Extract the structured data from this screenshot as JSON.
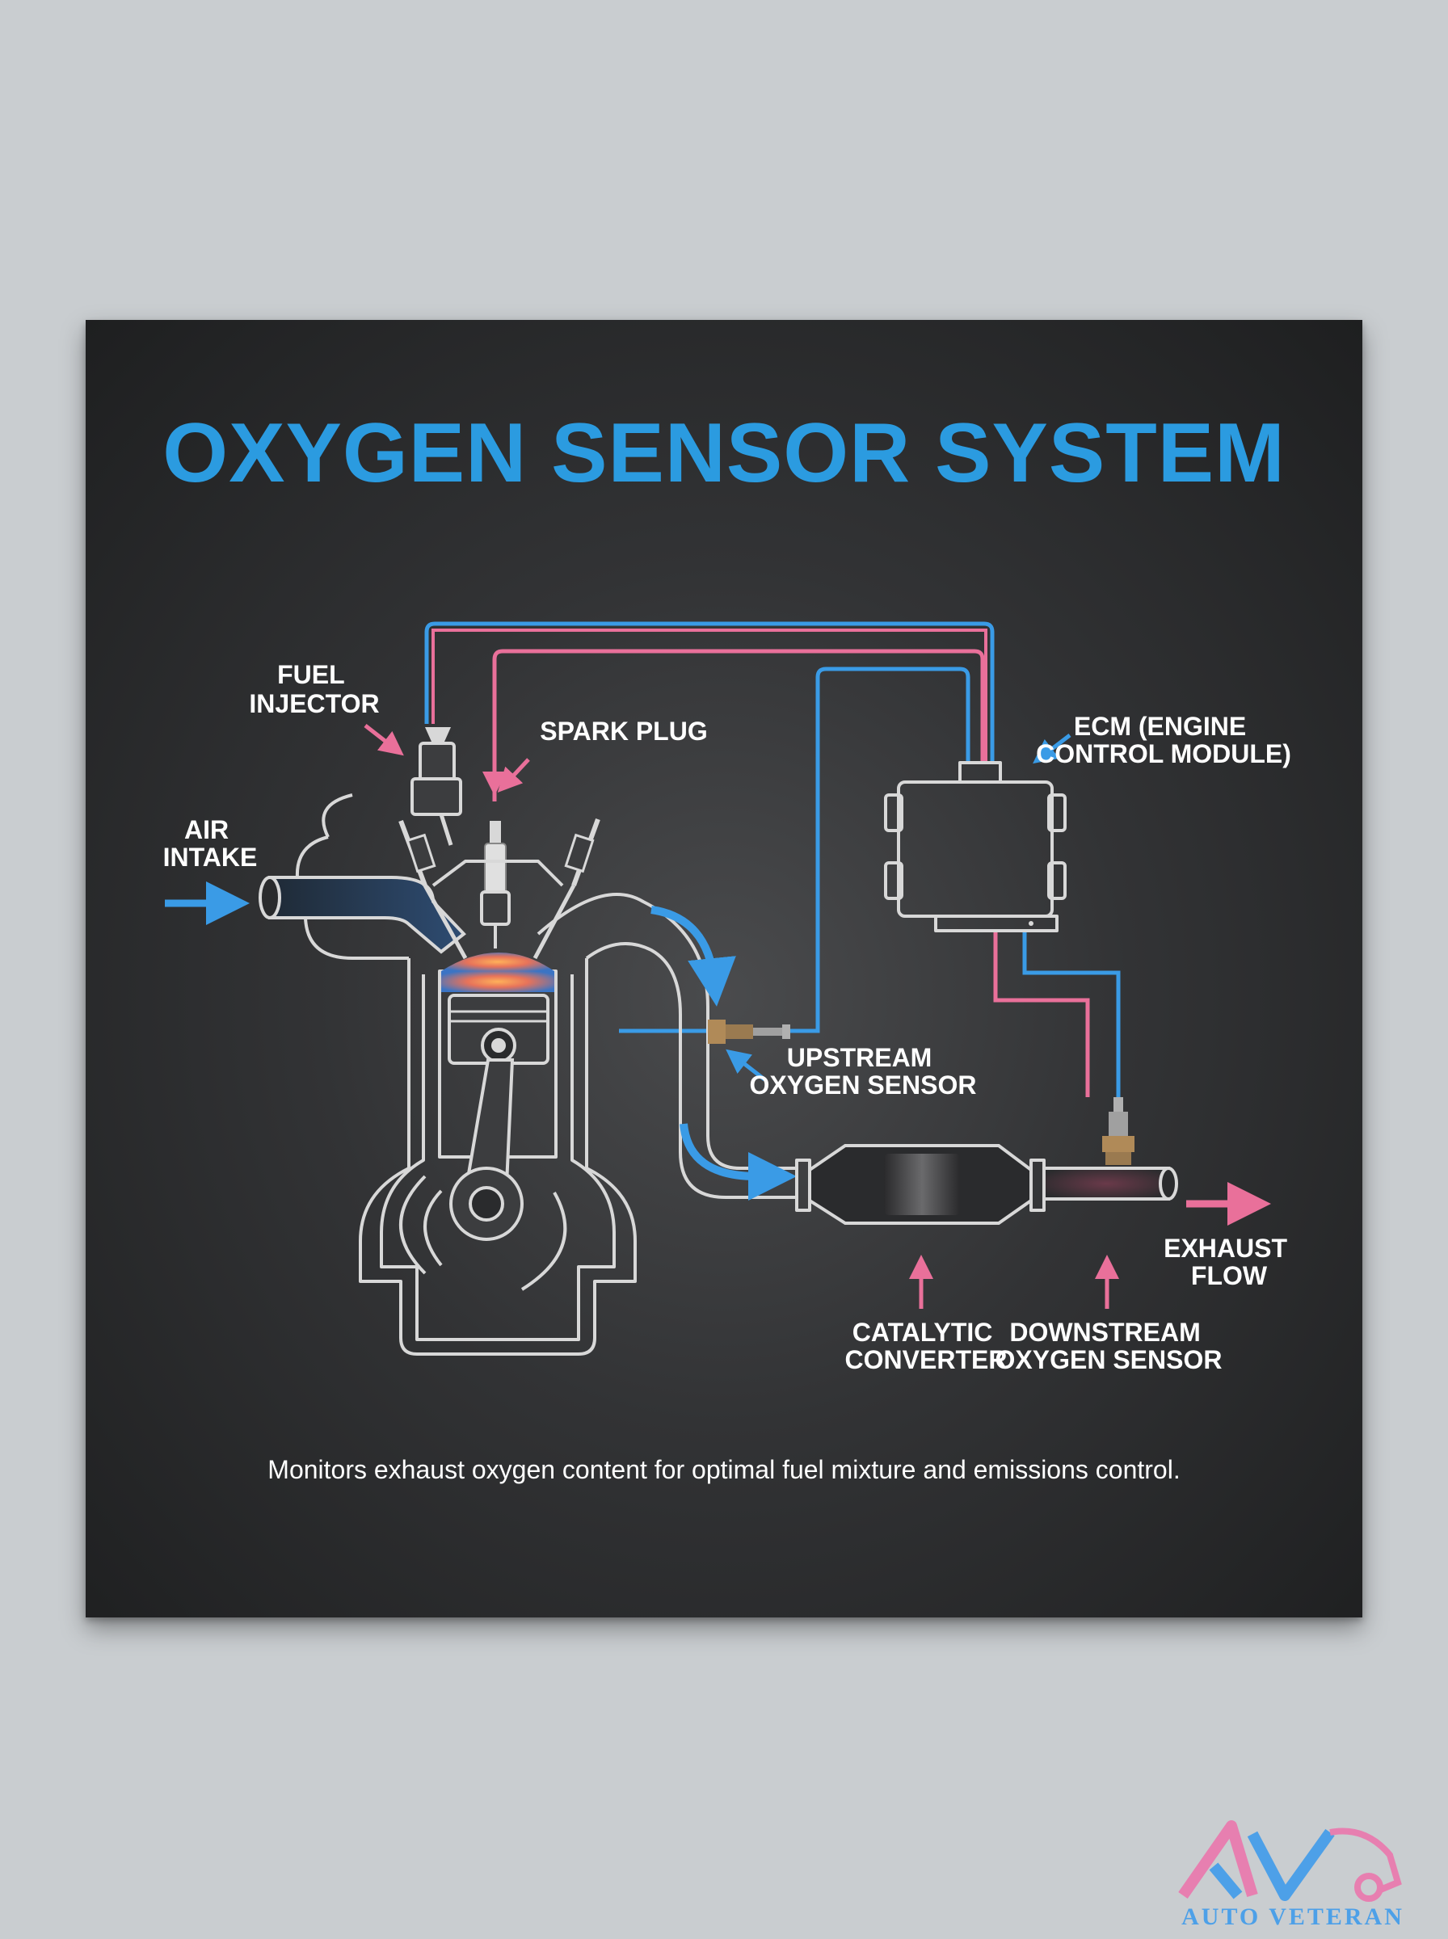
{
  "title": "OXYGEN SENSOR SYSTEM",
  "labels": {
    "fuel_injector": [
      "FUEL",
      "INJECTOR"
    ],
    "spark_plug": [
      "SPARK PLUG"
    ],
    "air_intake": [
      "AIR",
      "INTAKE"
    ],
    "ecm": [
      "ECM (ENGINE",
      "CONTROL MODULE)"
    ],
    "upstream": [
      "UPSTREAM",
      "OXYGEN SENSOR"
    ],
    "catalytic": [
      "CATALYTIC",
      "CONVERTER"
    ],
    "downstream": [
      "DOWNSTREAM",
      "OXYGEN SENSOR"
    ],
    "exhaust": [
      "EXHAUST",
      "FLOW"
    ]
  },
  "caption": "Monitors exhaust oxygen content for optimal fuel mixture and emissions control.",
  "logo": {
    "text": "AUTO VETERAN"
  },
  "colors": {
    "title": "#2b9be0",
    "blue_wire": "#3a9be6",
    "pink_wire": "#e9709a",
    "outline": "#d8d8d8",
    "logo_pink": "#e77fb0",
    "logo_blue": "#4da0e8"
  }
}
